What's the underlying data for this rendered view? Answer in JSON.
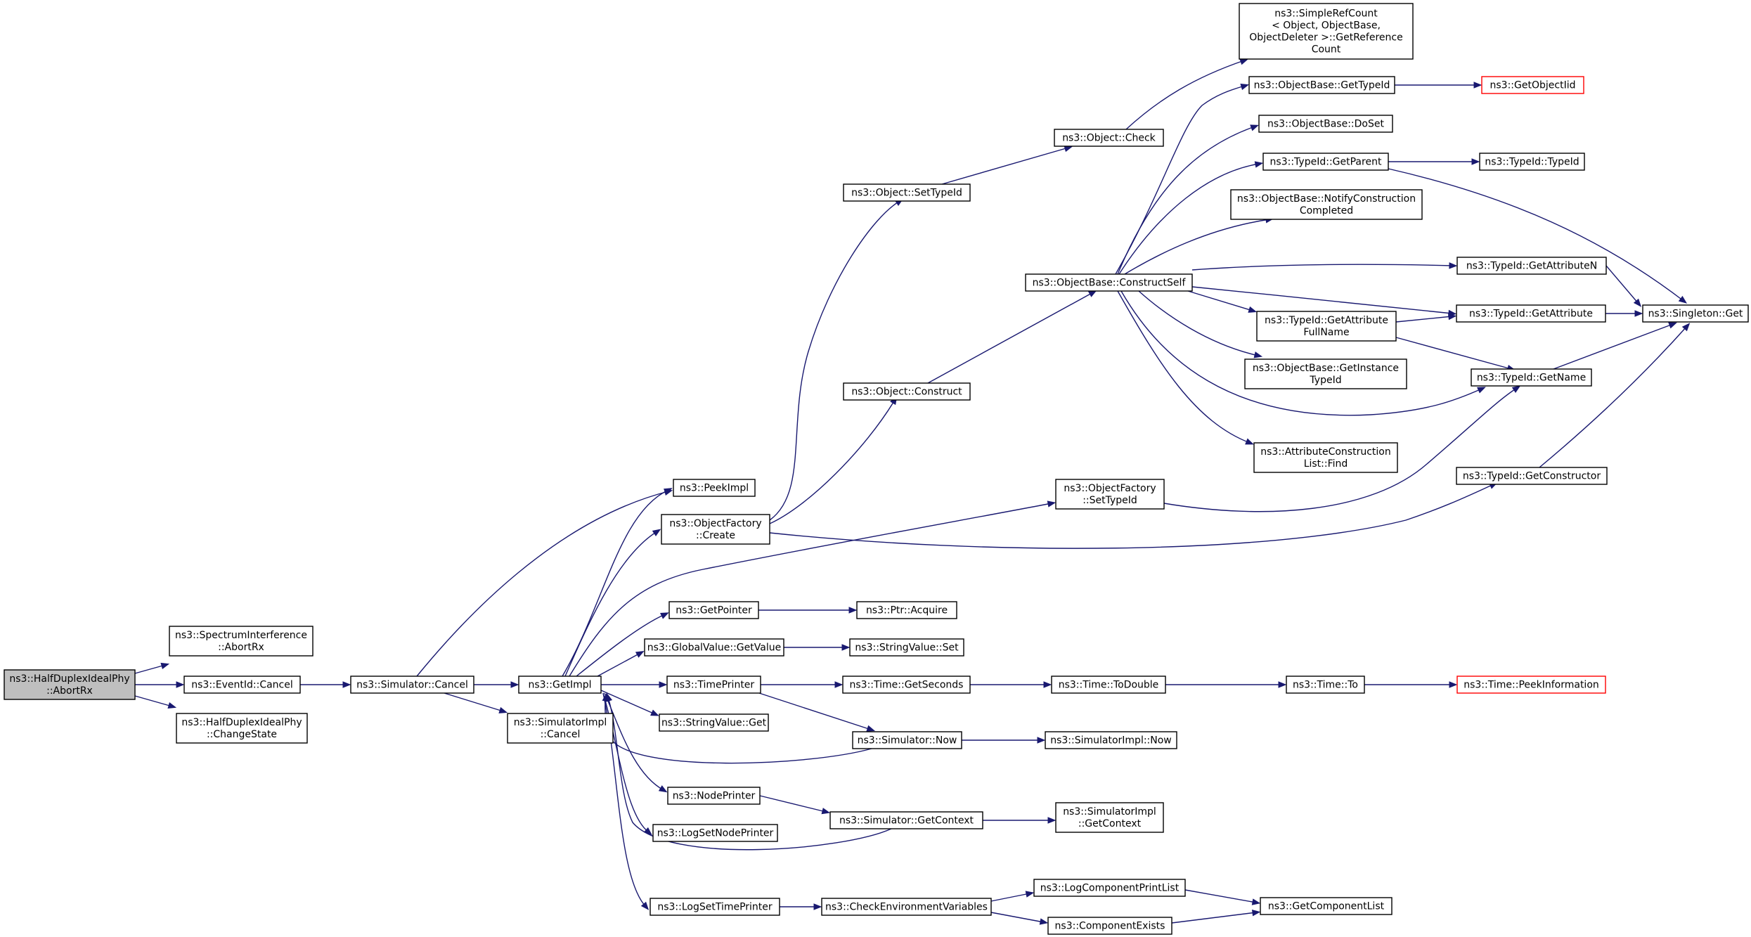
{
  "diagram": {
    "title": "",
    "nodes": [
      {
        "id": "abortrx_root",
        "lines": [
          "ns3::HalfDuplexIdealPhy",
          "::AbortRx"
        ],
        "style": "root"
      },
      {
        "id": "spec_abortrx",
        "lines": [
          "ns3::SpectrumInterference",
          "::AbortRx"
        ],
        "style": "normal"
      },
      {
        "id": "eventid_cancel",
        "lines": [
          "ns3::EventId::Cancel"
        ],
        "style": "normal"
      },
      {
        "id": "changestate",
        "lines": [
          "ns3::HalfDuplexIdealPhy",
          "::ChangeState"
        ],
        "style": "normal"
      },
      {
        "id": "sim_cancel",
        "lines": [
          "ns3::Simulator::Cancel"
        ],
        "style": "normal"
      },
      {
        "id": "getimpl",
        "lines": [
          "ns3::GetImpl"
        ],
        "style": "normal"
      },
      {
        "id": "simimpl_cancel",
        "lines": [
          "ns3::SimulatorImpl",
          "::Cancel"
        ],
        "style": "normal"
      },
      {
        "id": "peekimpl",
        "lines": [
          "ns3::PeekImpl"
        ],
        "style": "normal"
      },
      {
        "id": "of_create",
        "lines": [
          "ns3::ObjectFactory",
          "::Create"
        ],
        "style": "normal"
      },
      {
        "id": "getpointer",
        "lines": [
          "ns3::GetPointer"
        ],
        "style": "normal"
      },
      {
        "id": "gv_getvalue",
        "lines": [
          "ns3::GlobalValue::GetValue"
        ],
        "style": "normal"
      },
      {
        "id": "timeprinter",
        "lines": [
          "ns3::TimePrinter"
        ],
        "style": "normal"
      },
      {
        "id": "sv_get",
        "lines": [
          "ns3::StringValue::Get"
        ],
        "style": "normal"
      },
      {
        "id": "nodeprinter",
        "lines": [
          "ns3::NodePrinter"
        ],
        "style": "normal"
      },
      {
        "id": "logsetnodeprinter",
        "lines": [
          "ns3::LogSetNodePrinter"
        ],
        "style": "normal"
      },
      {
        "id": "logsettimeprinter",
        "lines": [
          "ns3::LogSetTimePrinter"
        ],
        "style": "normal"
      },
      {
        "id": "obj_settypeid",
        "lines": [
          "ns3::Object::SetTypeId"
        ],
        "style": "normal"
      },
      {
        "id": "obj_construct",
        "lines": [
          "ns3::Object::Construct"
        ],
        "style": "normal"
      },
      {
        "id": "ptr_acquire",
        "lines": [
          "ns3::Ptr::Acquire"
        ],
        "style": "normal"
      },
      {
        "id": "sv_set",
        "lines": [
          "ns3::StringValue::Set"
        ],
        "style": "normal"
      },
      {
        "id": "time_getseconds",
        "lines": [
          "ns3::Time::GetSeconds"
        ],
        "style": "normal"
      },
      {
        "id": "sim_now",
        "lines": [
          "ns3::Simulator::Now"
        ],
        "style": "normal"
      },
      {
        "id": "sim_getcontext",
        "lines": [
          "ns3::Simulator::GetContext"
        ],
        "style": "normal"
      },
      {
        "id": "checkenv",
        "lines": [
          "ns3::CheckEnvironmentVariables"
        ],
        "style": "normal"
      },
      {
        "id": "obj_check",
        "lines": [
          "ns3::Object::Check"
        ],
        "style": "normal"
      },
      {
        "id": "ob_constructself",
        "lines": [
          "ns3::ObjectBase::ConstructSelf"
        ],
        "style": "normal"
      },
      {
        "id": "of_settypeid",
        "lines": [
          "ns3::ObjectFactory",
          "::SetTypeId"
        ],
        "style": "normal"
      },
      {
        "id": "time_todouble",
        "lines": [
          "ns3::Time::ToDouble"
        ],
        "style": "normal"
      },
      {
        "id": "simimpl_now",
        "lines": [
          "ns3::SimulatorImpl::Now"
        ],
        "style": "normal"
      },
      {
        "id": "simimpl_getcontext",
        "lines": [
          "ns3::SimulatorImpl",
          "::GetContext"
        ],
        "style": "normal"
      },
      {
        "id": "logcompprintlist",
        "lines": [
          "ns3::LogComponentPrintList"
        ],
        "style": "normal"
      },
      {
        "id": "compexists",
        "lines": [
          "ns3::ComponentExists"
        ],
        "style": "normal"
      },
      {
        "id": "refcount",
        "lines": [
          "ns3::SimpleRefCount",
          "< Object, ObjectBase,",
          "ObjectDeleter >::GetReference",
          "Count"
        ],
        "style": "normal"
      },
      {
        "id": "ob_gettypeid",
        "lines": [
          "ns3::ObjectBase::GetTypeId"
        ],
        "style": "normal"
      },
      {
        "id": "ob_doset",
        "lines": [
          "ns3::ObjectBase::DoSet"
        ],
        "style": "normal"
      },
      {
        "id": "tid_getparent",
        "lines": [
          "ns3::TypeId::GetParent"
        ],
        "style": "normal"
      },
      {
        "id": "ob_notify",
        "lines": [
          "ns3::ObjectBase::NotifyConstruction",
          "Completed"
        ],
        "style": "normal"
      },
      {
        "id": "tid_getattrfullname",
        "lines": [
          "ns3::TypeId::GetAttribute",
          "FullName"
        ],
        "style": "normal"
      },
      {
        "id": "ob_getinstancetypeid",
        "lines": [
          "ns3::ObjectBase::GetInstance",
          "TypeId"
        ],
        "style": "normal"
      },
      {
        "id": "acl_find",
        "lines": [
          "ns3::AttributeConstruction",
          "List::Find"
        ],
        "style": "normal"
      },
      {
        "id": "time_to",
        "lines": [
          "ns3::Time::To"
        ],
        "style": "normal"
      },
      {
        "id": "getcomponentlist",
        "lines": [
          "ns3::GetComponentList"
        ],
        "style": "normal"
      },
      {
        "id": "getobjectiid",
        "lines": [
          "ns3::GetObjectIid"
        ],
        "style": "red"
      },
      {
        "id": "tid_typeid",
        "lines": [
          "ns3::TypeId::TypeId"
        ],
        "style": "normal"
      },
      {
        "id": "tid_getattributen",
        "lines": [
          "ns3::TypeId::GetAttributeN"
        ],
        "style": "normal"
      },
      {
        "id": "tid_getattribute",
        "lines": [
          "ns3::TypeId::GetAttribute"
        ],
        "style": "normal"
      },
      {
        "id": "tid_getname",
        "lines": [
          "ns3::TypeId::GetName"
        ],
        "style": "normal"
      },
      {
        "id": "tid_getconstructor",
        "lines": [
          "ns3::TypeId::GetConstructor"
        ],
        "style": "normal"
      },
      {
        "id": "time_peekinfo",
        "lines": [
          "ns3::Time::PeekInformation"
        ],
        "style": "red"
      },
      {
        "id": "singleton_get",
        "lines": [
          "ns3::Singleton::Get"
        ],
        "style": "normal"
      }
    ],
    "edges": [
      {
        "from": "abortrx_root",
        "to": "spec_abortrx"
      },
      {
        "from": "abortrx_root",
        "to": "eventid_cancel"
      },
      {
        "from": "abortrx_root",
        "to": "changestate"
      },
      {
        "from": "eventid_cancel",
        "to": "sim_cancel"
      },
      {
        "from": "sim_cancel",
        "to": "getimpl"
      },
      {
        "from": "sim_cancel",
        "to": "peekimpl"
      },
      {
        "from": "sim_cancel",
        "to": "simimpl_cancel"
      },
      {
        "from": "getimpl",
        "to": "peekimpl"
      },
      {
        "from": "getimpl",
        "to": "of_create"
      },
      {
        "from": "getimpl",
        "to": "of_settypeid"
      },
      {
        "from": "getimpl",
        "to": "getpointer"
      },
      {
        "from": "getimpl",
        "to": "gv_getvalue"
      },
      {
        "from": "getimpl",
        "to": "timeprinter"
      },
      {
        "from": "getimpl",
        "to": "sv_get"
      },
      {
        "from": "getimpl",
        "to": "nodeprinter"
      },
      {
        "from": "getimpl",
        "to": "logsetnodeprinter"
      },
      {
        "from": "getimpl",
        "to": "logsettimeprinter"
      },
      {
        "from": "of_create",
        "to": "obj_settypeid"
      },
      {
        "from": "of_create",
        "to": "obj_construct"
      },
      {
        "from": "of_create",
        "to": "tid_getconstructor"
      },
      {
        "from": "getpointer",
        "to": "ptr_acquire"
      },
      {
        "from": "gv_getvalue",
        "to": "sv_set"
      },
      {
        "from": "timeprinter",
        "to": "time_getseconds"
      },
      {
        "from": "timeprinter",
        "to": "sim_now"
      },
      {
        "from": "sim_now",
        "to": "getimpl"
      },
      {
        "from": "sim_now",
        "to": "simimpl_now"
      },
      {
        "from": "nodeprinter",
        "to": "sim_getcontext"
      },
      {
        "from": "sim_getcontext",
        "to": "getimpl"
      },
      {
        "from": "sim_getcontext",
        "to": "simimpl_getcontext"
      },
      {
        "from": "logsettimeprinter",
        "to": "checkenv"
      },
      {
        "from": "checkenv",
        "to": "logcompprintlist"
      },
      {
        "from": "checkenv",
        "to": "compexists"
      },
      {
        "from": "logcompprintlist",
        "to": "getcomponentlist"
      },
      {
        "from": "compexists",
        "to": "getcomponentlist"
      },
      {
        "from": "obj_settypeid",
        "to": "obj_check"
      },
      {
        "from": "obj_check",
        "to": "refcount"
      },
      {
        "from": "obj_construct",
        "to": "ob_constructself"
      },
      {
        "from": "ob_constructself",
        "to": "ob_gettypeid"
      },
      {
        "from": "ob_constructself",
        "to": "ob_doset"
      },
      {
        "from": "ob_constructself",
        "to": "tid_getparent"
      },
      {
        "from": "ob_constructself",
        "to": "ob_notify"
      },
      {
        "from": "ob_constructself",
        "to": "tid_getattributen"
      },
      {
        "from": "ob_constructself",
        "to": "tid_getattribute"
      },
      {
        "from": "ob_constructself",
        "to": "tid_getattrfullname"
      },
      {
        "from": "ob_constructself",
        "to": "ob_getinstancetypeid"
      },
      {
        "from": "ob_constructself",
        "to": "tid_getname"
      },
      {
        "from": "ob_constructself",
        "to": "acl_find"
      },
      {
        "from": "ob_gettypeid",
        "to": "getobjectiid"
      },
      {
        "from": "tid_getparent",
        "to": "tid_typeid"
      },
      {
        "from": "tid_getparent",
        "to": "singleton_get"
      },
      {
        "from": "tid_getattributen",
        "to": "singleton_get"
      },
      {
        "from": "tid_getattribute",
        "to": "singleton_get"
      },
      {
        "from": "tid_getattrfullname",
        "to": "tid_getattribute"
      },
      {
        "from": "tid_getattrfullname",
        "to": "tid_getname"
      },
      {
        "from": "tid_getname",
        "to": "singleton_get"
      },
      {
        "from": "tid_getconstructor",
        "to": "singleton_get"
      },
      {
        "from": "of_settypeid",
        "to": "tid_getname"
      },
      {
        "from": "time_getseconds",
        "to": "time_todouble"
      },
      {
        "from": "time_todouble",
        "to": "time_to"
      },
      {
        "from": "time_to",
        "to": "time_peekinfo"
      }
    ]
  },
  "colors": {
    "edge": "#191970",
    "node_border": "#000000",
    "node_border_missing": "#ff0000",
    "root_fill": "#bfbfbf",
    "node_fill": "#ffffff"
  }
}
